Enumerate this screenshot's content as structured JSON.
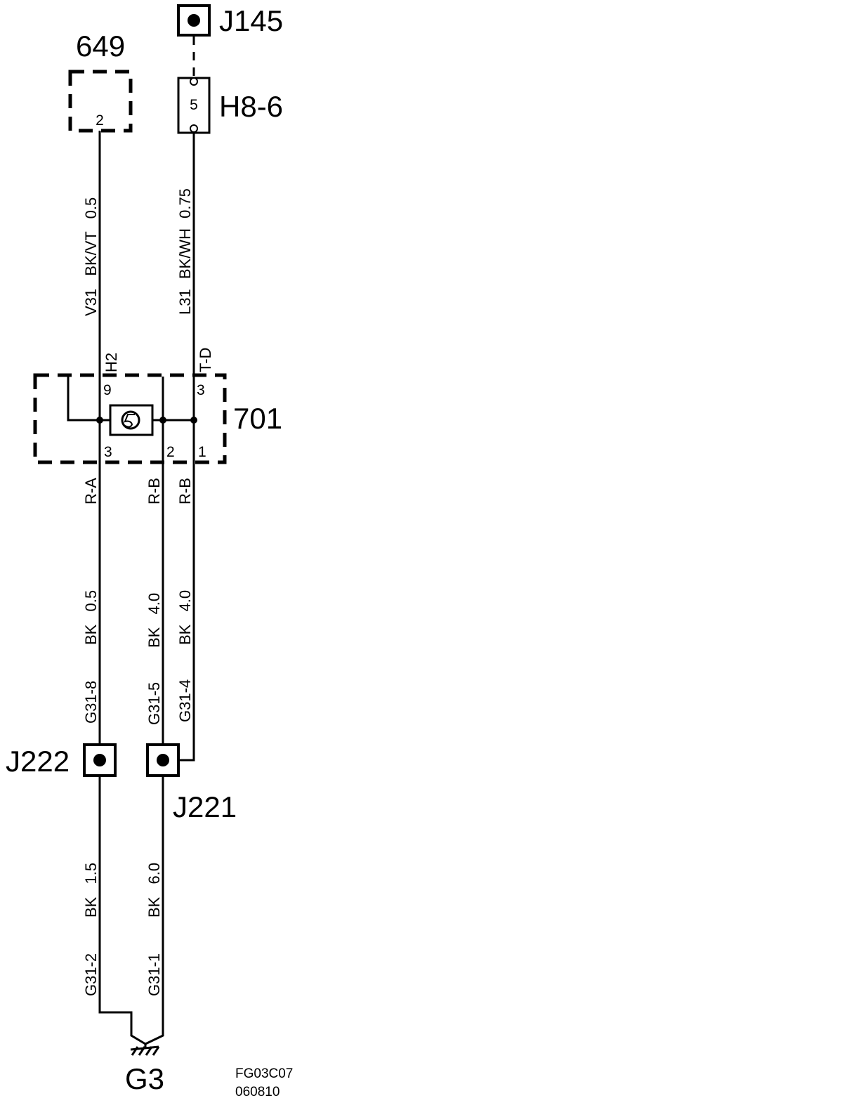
{
  "components": {
    "j145": {
      "label": "J145"
    },
    "connector_649": {
      "label": "649",
      "pin": "2"
    },
    "h8_6": {
      "label": "H8-6",
      "pin": "5"
    },
    "module_701": {
      "label": "701",
      "pin_top_left": "9",
      "pin_top_right": "3",
      "pin_bottom_left": "3",
      "pin_bottom_mid": "2",
      "pin_bottom_right": "1",
      "connector_top_left": "H2",
      "connector_top_right": "T-D"
    },
    "j222": {
      "label": "J222"
    },
    "j221": {
      "label": "J221"
    },
    "g3": {
      "label": "G3"
    }
  },
  "wires": {
    "v31": {
      "id": "V31",
      "color": "BK/VT",
      "size": "0.5"
    },
    "l31": {
      "id": "L31",
      "color": "BK/WH",
      "size": "0.75"
    },
    "left_lower": {
      "connector": "R-A",
      "color": "BK",
      "size": "0.5",
      "ground": "G31-8"
    },
    "mid_lower": {
      "connector": "R-B",
      "color": "BK",
      "size": "4.0",
      "ground": "G31-5"
    },
    "right_lower": {
      "connector": "R-B",
      "color": "BK",
      "size": "4.0",
      "ground": "G31-4"
    },
    "j222_ground": {
      "color": "BK",
      "size": "1.5",
      "ground": "G31-2"
    },
    "j221_ground": {
      "color": "BK",
      "size": "6.0",
      "ground": "G31-1"
    }
  },
  "footer": {
    "code": "FG03C07",
    "date": "060810"
  }
}
